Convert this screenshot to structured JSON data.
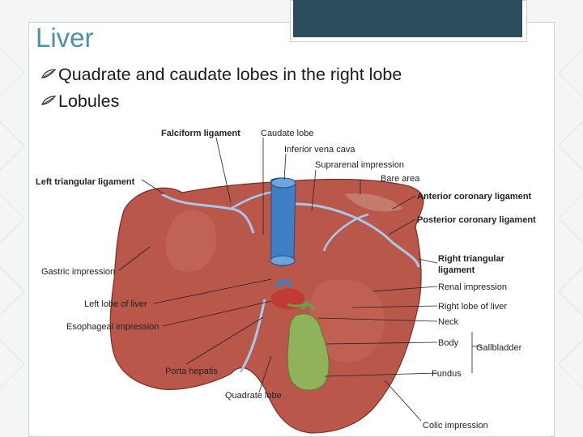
{
  "slide": {
    "title": "Liver",
    "bullets": [
      "Quadrate and caudate lobes in the right lobe",
      "Lobules"
    ]
  },
  "figure": {
    "labels": {
      "falciform_ligament": "Falciform ligament",
      "caudate_lobe": "Caudate lobe",
      "inferior_vena_cava": "Inferior vena cava",
      "suprarenal_impression": "Suprarenal impression",
      "bare_area": "Bare area",
      "left_triangular_ligament": "Left triangular ligament",
      "anterior_coronary_ligament": "Anterior coronary ligament",
      "posterior_coronary_ligament": "Posterior coronary ligament",
      "gastric_impression": "Gastric impression",
      "right_triangular_ligament_1": "Right triangular",
      "right_triangular_ligament_2": "ligament",
      "renal_impression": "Renal impression",
      "left_lobe_of_liver": "Left lobe of liver",
      "right_lobe_of_liver": "Right lobe of liver",
      "esophageal_impression": "Esophageal impression",
      "neck": "Neck",
      "body": "Body",
      "gallbladder": "Gallbladder",
      "porta_hepatis": "Porta hepatis",
      "fundus": "Fundus",
      "quadrate_lobe": "Quadrate lobe",
      "colic_impression": "Colic impression"
    }
  },
  "colors": {
    "title": "#4f8fa8",
    "title_bar": "#2b4d5e",
    "liver": "#b9574a",
    "vena_cava": "#3f7fc4",
    "gallbladder": "#8fb25a"
  }
}
